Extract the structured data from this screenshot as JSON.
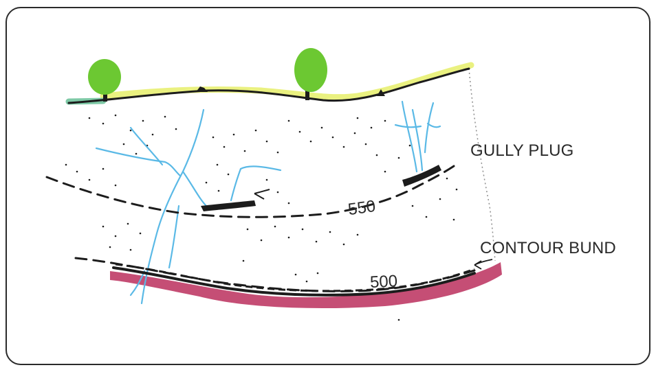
{
  "labels": {
    "gully_plug": "GULLY PLUG",
    "contour_bund": "CONTOUR BUND"
  },
  "contours": {
    "upper": "550",
    "lower": "500"
  },
  "colors": {
    "tree": "#6cc832",
    "stream": "#5ab9e6",
    "ridge_highlight": "#e6ee6a",
    "base_band": "#c2456e",
    "ink": "#1c1c1c"
  }
}
